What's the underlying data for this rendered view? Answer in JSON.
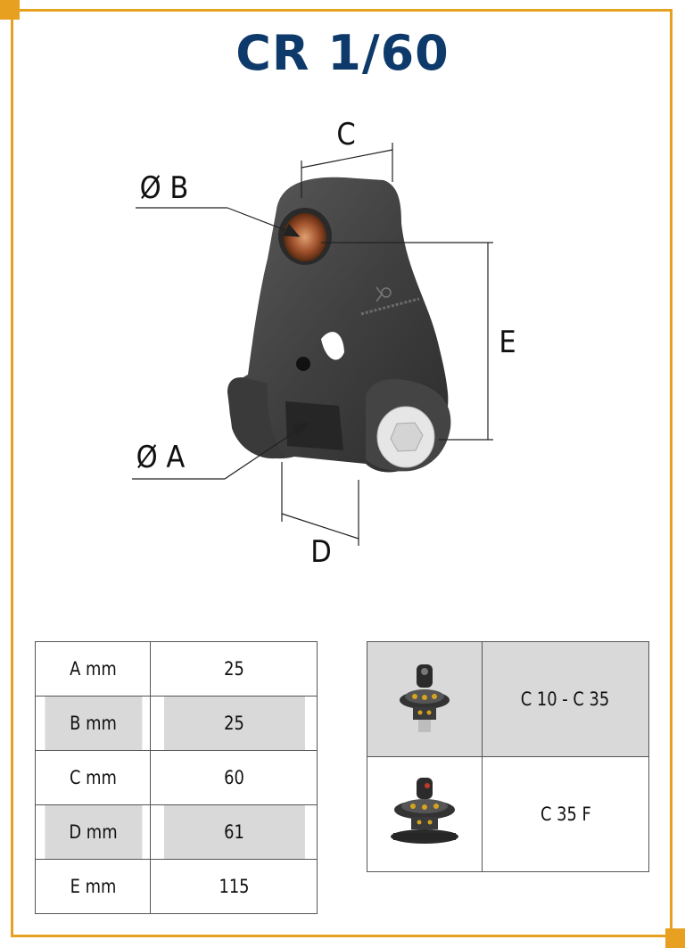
{
  "title": "CR 1/60",
  "drawing": {
    "labels": {
      "c": "C",
      "b": "Ø B",
      "e": "E",
      "a": "Ø A",
      "d": "D"
    }
  },
  "specs": [
    {
      "label": "A mm",
      "value": "25"
    },
    {
      "label": "B mm",
      "value": "25"
    },
    {
      "label": "C mm",
      "value": "60"
    },
    {
      "label": "D mm",
      "value": "61"
    },
    {
      "label": "E mm",
      "value": "115"
    }
  ],
  "compatibility": [
    {
      "models": "C 10 - C 35",
      "icon": "rotator-icon"
    },
    {
      "models": "C 35 F",
      "icon": "rotator-flange-icon"
    }
  ],
  "colors": {
    "accent": "#e8a020",
    "title": "#0e3a6b",
    "row_alt": "#d9d9d9"
  }
}
